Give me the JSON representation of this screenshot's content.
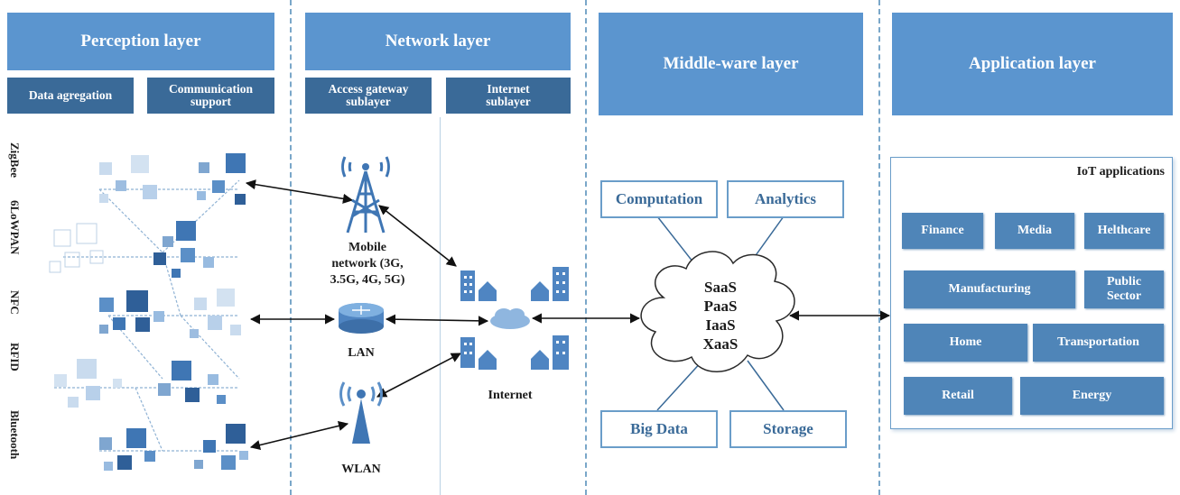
{
  "layers": {
    "perception": "Perception layer",
    "network": "Network layer",
    "middleware": "Middle-ware layer",
    "application": "Application layer"
  },
  "sublayers": {
    "data_aggregation": "Data agregation",
    "communication_support_1": "Communication",
    "communication_support_2": "support",
    "access_gateway_1": "Access gateway",
    "access_gateway_2": "sublayer",
    "internet_sub_1": "Internet",
    "internet_sub_2": "sublayer"
  },
  "protocols": [
    "ZigBee",
    "6LoWPAN",
    "NFC",
    "RFID",
    "Bluetooth"
  ],
  "network_nodes": {
    "mobile_1": "Mobile",
    "mobile_2": "network (3G,",
    "mobile_3": "3.5G, 4G, 5G)",
    "lan": "LAN",
    "wlan": "WLAN",
    "internet": "Internet"
  },
  "middleware": {
    "computation": "Computation",
    "analytics": "Analytics",
    "big_data": "Big Data",
    "storage": "Storage",
    "services": [
      "SaaS",
      "PaaS",
      "IaaS",
      "XaaS"
    ]
  },
  "applications": {
    "title": "IoT applications",
    "finance": "Finance",
    "media": "Media",
    "healthcare": "Helthcare",
    "manufacturing": "Manufacturing",
    "public_sector_1": "Public",
    "public_sector_2": "Sector",
    "home": "Home",
    "transportation": "Transportation",
    "retail": "Retail",
    "energy": "Energy"
  },
  "colors": {
    "layer_header": "#5b95cf",
    "sublayer_header": "#3a6a98",
    "app_button": "#4f85b8",
    "divider": "#7aa7c9"
  }
}
